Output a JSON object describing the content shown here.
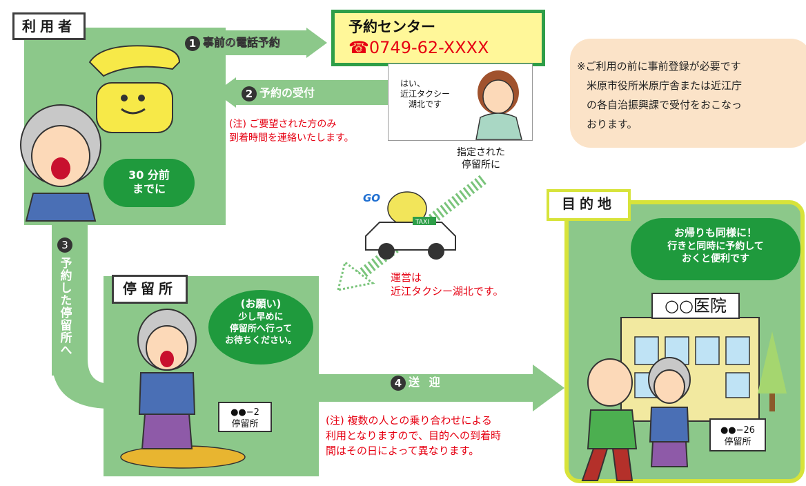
{
  "user": {
    "label": "利用者",
    "bubble_line1": "30 分前",
    "bubble_line2": "までに"
  },
  "step1": {
    "num": "1",
    "text": "事前の電話予約"
  },
  "step2": {
    "num": "2",
    "text": "予約の受付"
  },
  "step3": {
    "num": "3",
    "text": "予約した停留所へ"
  },
  "step4": {
    "num": "4",
    "text": "送 迎"
  },
  "center": {
    "title": "予約センター",
    "phone": "☎0749-62-XXXX"
  },
  "operator_speech": {
    "line1": "はい、",
    "line2": "近江タクシー",
    "line3": "湖北です"
  },
  "note1": {
    "line1": "(注) ご要望された方のみ",
    "line2": "到着時間を連絡いたします。"
  },
  "registration": {
    "line1": "※ご利用の前に事前登録が必要です",
    "line2": "米原市役所米原庁舎または近江庁",
    "line3": "の各自治振興課で受付をおこなっ",
    "line4": "おります。"
  },
  "designated_stop": {
    "line1": "指定された",
    "line2": "停留所に"
  },
  "taxi": {
    "go": "GO",
    "sign": "TAXI"
  },
  "operator": {
    "line1": "運営は",
    "line2": "近江タクシー湖北です。"
  },
  "stop": {
    "label": "停留所",
    "request_title": "(お願い)",
    "request_line1": "少し早めに",
    "request_line2": "停留所へ行って",
    "request_line3": "お待ちください。",
    "sign_line1": "●●−2",
    "sign_line2": "停留所"
  },
  "note2": {
    "line1": "(注) 複数の人との乗り合わせによる",
    "line2": "利用となりますので、目的への到着時",
    "line3": "間はその日によって異なります。"
  },
  "destination": {
    "label": "目的地",
    "return_title": "お帰りも同様に！",
    "return_line1": "行きと同時に予約して",
    "return_line2": "おくと便利です",
    "hospital": "○○医院",
    "sign_line1": "●●−26",
    "sign_line2": "停留所"
  },
  "colors": {
    "green": "#8cc88a",
    "dark_green": "#1f9a3d",
    "red": "#e60012",
    "yellow_box": "#fff799",
    "lime_border": "#d7e33a"
  }
}
